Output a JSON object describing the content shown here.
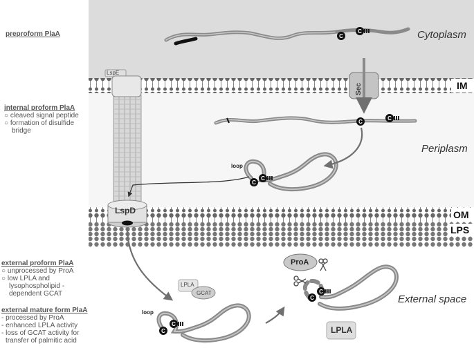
{
  "labels": {
    "preproform": "preproform PlaA",
    "internal": {
      "title": "internal proform PlaA",
      "items": [
        "cleaved signal peptide",
        "formation of disulfide bridge"
      ]
    },
    "external_proform": {
      "title": "external proform PlaA",
      "items": [
        "unprocessed by ProA",
        "low LPLA and lysophospholipid - dependent GCAT"
      ]
    },
    "external_mature": {
      "title": "external mature form PlaA",
      "items": [
        "processed by ProA",
        "enhanced LPLA activity",
        "loss of GCAT activity for transfer of palmitic acid"
      ]
    }
  },
  "regions": {
    "cytoplasm": "Cytoplasm",
    "periplasm": "Periplasm",
    "external": "External space"
  },
  "membranes": {
    "im": "IM",
    "om": "OM",
    "lps": "LPS"
  },
  "components": {
    "sec": "Sec",
    "lspe": "LspE",
    "lspd": "LspD",
    "proa": "ProA",
    "lpla_small": "LPLA",
    "gcat": "GCAT",
    "lpla_big": "LPLA",
    "loop": "loop",
    "cys": "C"
  },
  "colors": {
    "cytoplasm_bg": "#dcdcdc",
    "periplasm_bg": "#f4f4f4",
    "protein": "#8a8a8a",
    "protein_highlight": "#c8c8c8",
    "signal_peptide": "#111111",
    "arrow": "#707070"
  }
}
